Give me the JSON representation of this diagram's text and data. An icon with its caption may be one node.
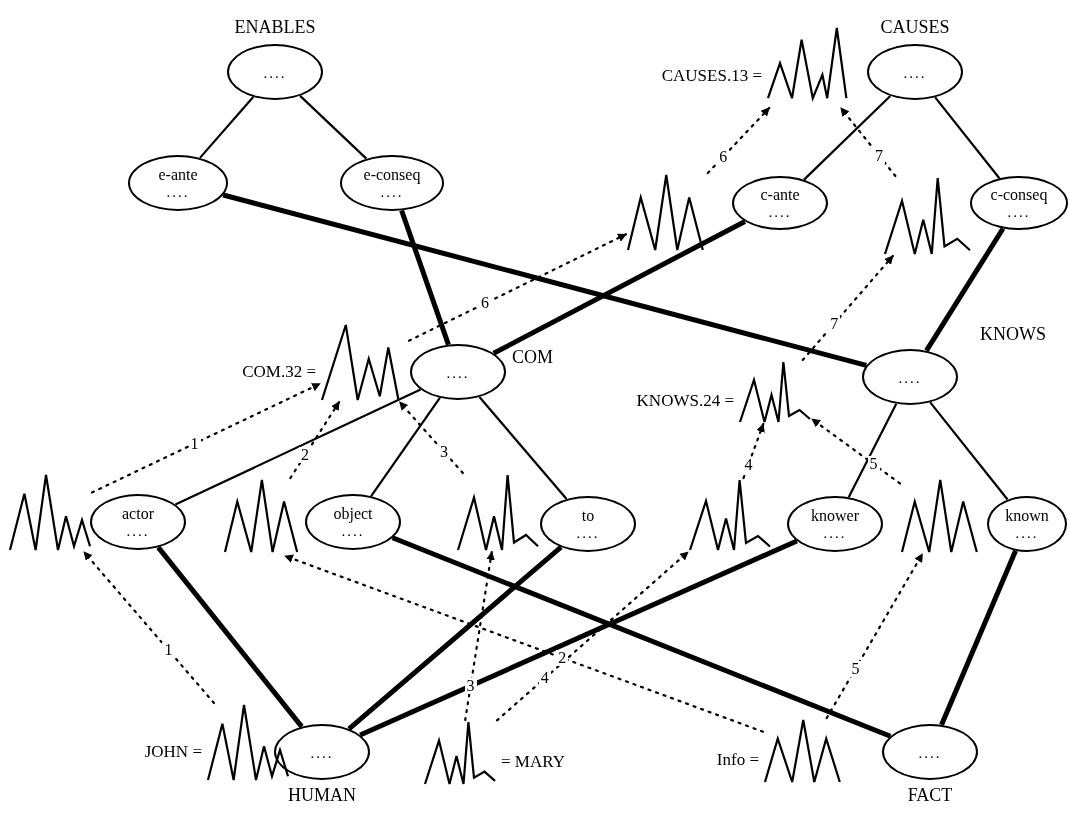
{
  "diagram": {
    "nodes": [
      {
        "text": [
          "ENABLES",
          "...."
        ]
      },
      {
        "text": [
          "CAUSES",
          "...."
        ]
      },
      {
        "text": [],
        "shape": "waveform",
        "beside": [
          "CAUSES.13 ="
        ]
      },
      {
        "text": [
          "e-ante",
          "...."
        ]
      },
      {
        "text": [
          "e-conseq",
          "...."
        ]
      },
      {
        "text": [],
        "shape": "waveform"
      },
      {
        "text": [
          "c-ante",
          "...."
        ]
      },
      {
        "text": [],
        "shape": "waveform"
      },
      {
        "text": [
          "c-conseq",
          "...."
        ]
      },
      {
        "text": [],
        "shape": "waveform",
        "beside": [
          "COM.32 ="
        ]
      },
      {
        "text": [
          "COM",
          "...."
        ]
      },
      {
        "text": [],
        "shape": "waveform",
        "beside": [
          "KNOWS.24 ="
        ]
      },
      {
        "text": [
          "KNOWS",
          "...."
        ]
      },
      {
        "text": [],
        "shape": "waveform"
      },
      {
        "text": [
          "actor",
          "...."
        ]
      },
      {
        "text": [],
        "shape": "waveform"
      },
      {
        "text": [
          "object",
          "...."
        ]
      },
      {
        "text": [],
        "shape": "waveform"
      },
      {
        "text": [
          "to",
          "...."
        ]
      },
      {
        "text": [],
        "shape": "waveform"
      },
      {
        "text": [
          "knower",
          "...."
        ]
      },
      {
        "text": [],
        "shape": "waveform"
      },
      {
        "text": [
          "known",
          "...."
        ]
      },
      {
        "text": [],
        "shape": "waveform",
        "beside": [
          "JOHN ="
        ]
      },
      {
        "text": [
          "....",
          "HUMAN"
        ]
      },
      {
        "text": [],
        "shape": "waveform",
        "beside": [
          "= MARY"
        ]
      },
      {
        "text": [],
        "shape": "waveform",
        "beside": [
          "Info ="
        ]
      },
      {
        "text": [
          "....",
          "FACT"
        ]
      }
    ],
    "edges": [
      {
        "from": 0,
        "to": 3,
        "arrow": "none"
      },
      {
        "from": 0,
        "to": 4,
        "arrow": "none"
      },
      {
        "from": 1,
        "to": 6,
        "arrow": "none"
      },
      {
        "from": 1,
        "to": 8,
        "arrow": "none"
      },
      {
        "from": 10,
        "to": 14,
        "arrow": "none"
      },
      {
        "from": 10,
        "to": 16,
        "arrow": "none"
      },
      {
        "from": 10,
        "to": 18,
        "arrow": "none"
      },
      {
        "from": 12,
        "to": 20,
        "arrow": "none"
      },
      {
        "from": 12,
        "to": 22,
        "arrow": "none"
      },
      {
        "from": 3,
        "to": 12,
        "arrow": "none",
        "style": "thick"
      },
      {
        "from": 4,
        "to": 10,
        "arrow": "none",
        "style": "thick"
      },
      {
        "from": 6,
        "to": 10,
        "arrow": "none",
        "style": "thick"
      },
      {
        "from": 8,
        "to": 12,
        "arrow": "none",
        "style": "thick"
      },
      {
        "from": 14,
        "to": 24,
        "arrow": "none",
        "style": "thick"
      },
      {
        "from": 18,
        "to": 24,
        "arrow": "none",
        "style": "thick"
      },
      {
        "from": 20,
        "to": 24,
        "arrow": "none",
        "style": "thick"
      },
      {
        "from": 16,
        "to": 27,
        "arrow": "none",
        "style": "thick"
      },
      {
        "from": 22,
        "to": 27,
        "arrow": "none",
        "style": "thick"
      },
      {
        "from": 23,
        "to": 13,
        "label": "1",
        "arrow": "to",
        "style": "dashed"
      },
      {
        "from": 13,
        "to": 9,
        "label": "1",
        "arrow": "to",
        "style": "dashed"
      },
      {
        "from": 26,
        "to": 15,
        "label": "2",
        "arrow": "to",
        "style": "dashed"
      },
      {
        "from": 15,
        "to": 9,
        "label": "2",
        "arrow": "to",
        "style": "dashed"
      },
      {
        "from": 25,
        "to": 17,
        "label": "3",
        "arrow": "to",
        "style": "dashed"
      },
      {
        "from": 17,
        "to": 9,
        "label": "3",
        "arrow": "to",
        "style": "dashed"
      },
      {
        "from": 25,
        "to": 19,
        "label": "4",
        "arrow": "to",
        "style": "dashed"
      },
      {
        "from": 19,
        "to": 11,
        "label": "4",
        "arrow": "to",
        "style": "dashed"
      },
      {
        "from": 26,
        "to": 21,
        "label": "5",
        "arrow": "to",
        "style": "dashed"
      },
      {
        "from": 21,
        "to": 11,
        "label": "5",
        "arrow": "to",
        "style": "dashed"
      },
      {
        "from": 9,
        "to": 5,
        "label": "6",
        "arrow": "to",
        "style": "dashed"
      },
      {
        "from": 5,
        "to": 2,
        "label": "6",
        "arrow": "to",
        "style": "dashed"
      },
      {
        "from": 11,
        "to": 7,
        "label": "7",
        "arrow": "to",
        "style": "dashed"
      },
      {
        "from": 7,
        "to": 2,
        "label": "7",
        "arrow": "to",
        "style": "dashed"
      }
    ]
  }
}
